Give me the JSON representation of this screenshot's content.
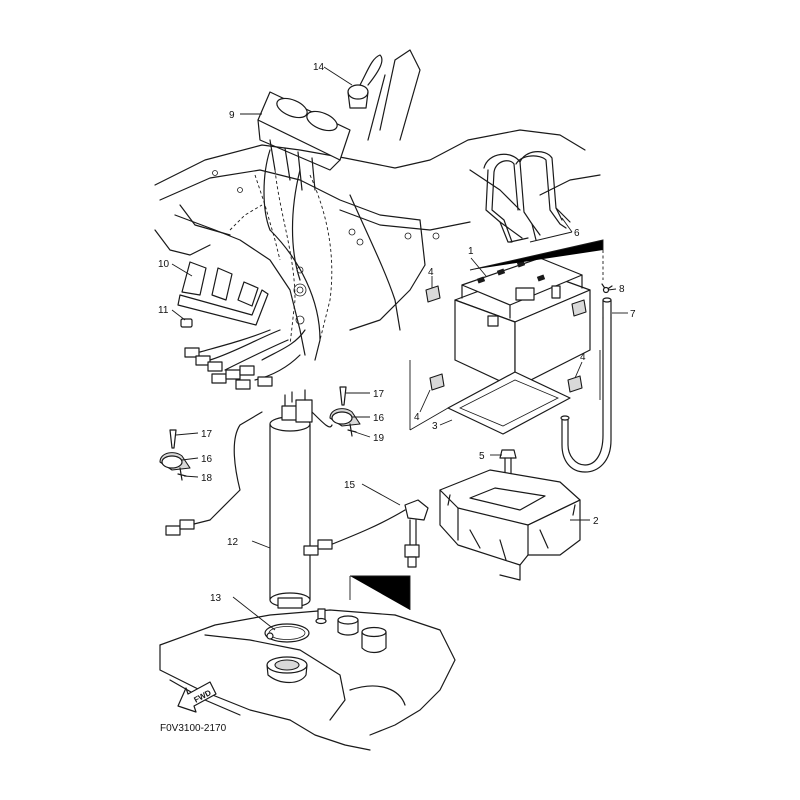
{
  "diagram_code": "F0V3100-2170",
  "direction_marker": "FWD",
  "callouts": [
    "1",
    "2",
    "3",
    "4",
    "4",
    "4",
    "4",
    "5",
    "6",
    "7",
    "8",
    "9",
    "10",
    "11",
    "12",
    "13",
    "14",
    "15",
    "16",
    "16",
    "17",
    "17",
    "18",
    "19"
  ],
  "icons": {
    "forward_arrow": "forward-arrow-icon"
  }
}
